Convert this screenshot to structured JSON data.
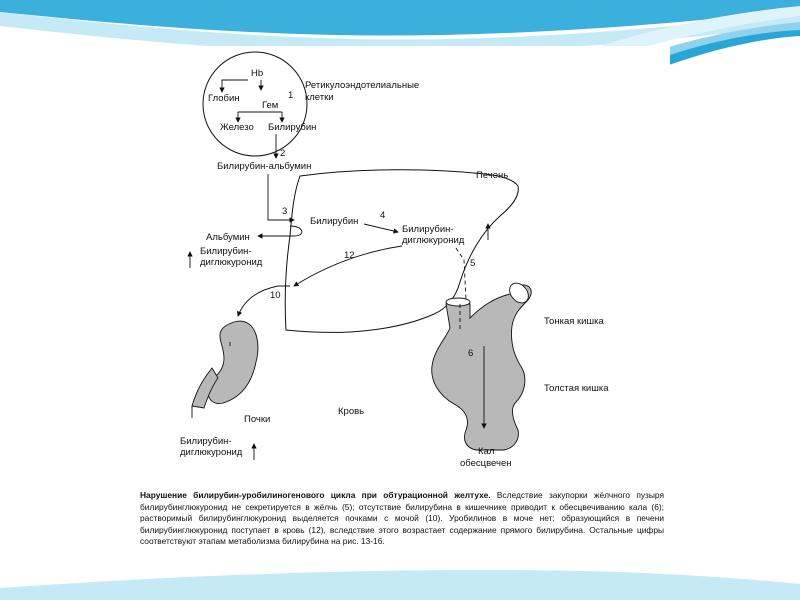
{
  "theme": {
    "accent": "#2aa6d6",
    "accent_light": "#bfe6f4",
    "organ_fill": "#b8b8b8"
  },
  "labels": {
    "hb": "Hb",
    "globin": "Глобин",
    "gem": "Гем",
    "n1": "1",
    "iron": "Железо",
    "bilirubin_top": "Билирубин",
    "reticulo_l1": "Ретикулоэндотелиальные",
    "reticulo_l2": "клетки",
    "n2": "2",
    "bili_albumin": "Билирубин-альбумин",
    "liver": "Печень",
    "n3": "3",
    "bilirubin_mid": "Билирубин",
    "n4": "4",
    "albumin": "Альбумин",
    "bdg_liver_l1": "Билирубин-",
    "bdg_liver_l2": "диглюкуронид",
    "bdg_blood_l1": "Билирубин-",
    "bdg_blood_l2": "диглюкуронид",
    "n12": "12",
    "n5": "5",
    "n10": "10",
    "small_intestine": "Тонкая кишка",
    "n6": "6",
    "large_intestine": "Толстая кишка",
    "kidneys": "Почки",
    "blood": "Кровь",
    "bdg_urine_l1": "Билирубин-",
    "bdg_urine_l2": "диглюкуронид",
    "feces_l1": "Кал",
    "feces_l2": "обесцвечен"
  },
  "caption": {
    "title": "Нарушение билирубин-уробилиногенового цикла при обтурационной желтухе.",
    "text": " Вследствие закупорки жёлчного пузыря билирубинглюкуронид не секретируется в жёлчь (5); отсутствие билирубина в кишечнике приводит к обесцвечиванию кала (6); растворимый билирубинглюкуронид выделяется почками с мочой (10). Уробилинов в моче нет; образующийся в печени билирубинглюкуронид поступает в кровь (12), вследствие этого возрастает содержание прямого билирубина. Остальные цифры соответствуют этапам метаболизма билирубина на рис. 13-16."
  }
}
